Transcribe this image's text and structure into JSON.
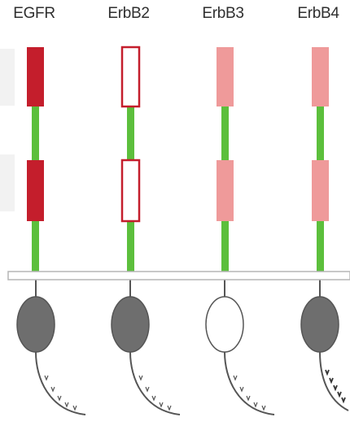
{
  "receptors": [
    {
      "name": "EGFR"
    },
    {
      "name": "ErbB2"
    },
    {
      "name": "ErbB3"
    },
    {
      "name": "ErbB4"
    }
  ],
  "colors": {
    "dark_red": "#c41e2c",
    "light_red": "#ef9a9a",
    "green": "#5cbf3c",
    "gray_fill": "#6e6e6e",
    "membrane_stroke": "#b5b5b5"
  }
}
